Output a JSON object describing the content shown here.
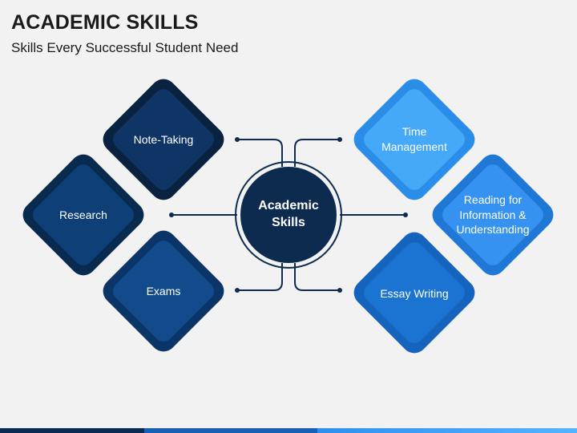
{
  "header": {
    "title": "ACADEMIC SKILLS",
    "subtitle": "Skills Every Successful Student Need"
  },
  "center": {
    "label": "Academic Skills"
  },
  "nodes": {
    "note_taking": {
      "label": "Note-Taking"
    },
    "research": {
      "label": "Research"
    },
    "exams": {
      "label": "Exams"
    },
    "time_management": {
      "label": "Time Management"
    },
    "reading": {
      "label": "Reading for Information & Understanding"
    },
    "essay_writing": {
      "label": "Essay Writing"
    }
  },
  "colors": {
    "darkest_navy": "#0d2b4e",
    "dark_navy": "#0f3566",
    "navy": "#0f447f",
    "blue": "#1466b8",
    "light_blue": "#2f8ff0",
    "sky_blue": "#42a6f5",
    "connector": "#0d2b4e"
  }
}
